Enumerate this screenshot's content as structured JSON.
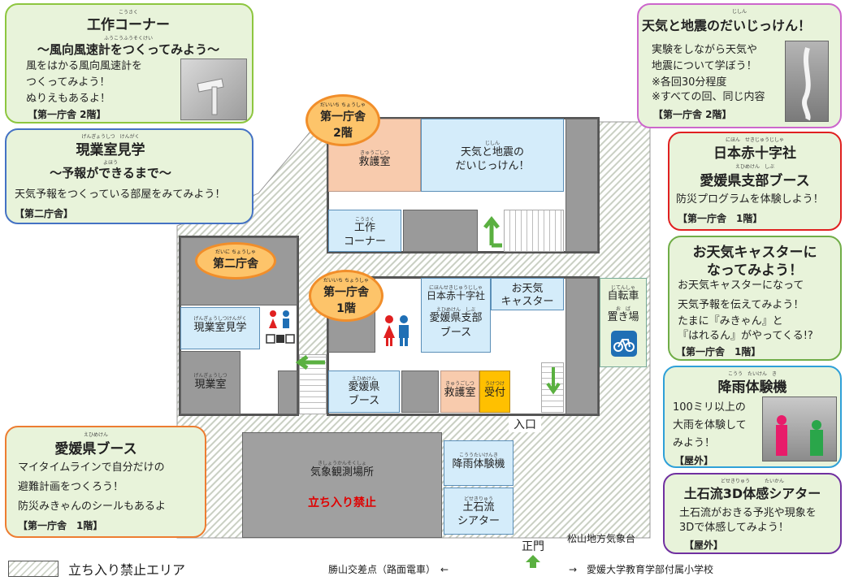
{
  "cards": {
    "kosaku": {
      "title": "工作コーナー",
      "title_ruby": "こうさく",
      "subtitle": "～風向風速計をつくってみよう～",
      "subtitle_ruby": "ふうこうふうそくけい",
      "lines": [
        "風をはかる風向風速計を",
        "つくってみよう！",
        "ぬりえもあるよ！"
      ],
      "location": "【第一庁舎 2階】"
    },
    "genba": {
      "title": "現業室見学",
      "title_ruby": "げんぎょうしつ　けんがく",
      "subtitle": "～予報ができるまで～",
      "subtitle_ruby": "よほう",
      "lines": [
        "天気予報をつくっている部屋をみてみよう！"
      ],
      "location": "【第二庁舎】"
    },
    "ehime": {
      "title": "愛媛県ブース",
      "title_ruby": "えひめけん",
      "lines": [
        "マイタイムラインで自分だけの",
        "避難計画をつくろう！",
        "防災みきゃんのシールもあるよ"
      ],
      "location": "【第一庁舎　1階】"
    },
    "tenki": {
      "title": "天気と地震のだいじっけん！",
      "title_ruby": "じしん",
      "lines": [
        "実験をしながら天気や",
        "地震について学ぼう！",
        "※各回30分程度",
        "※すべての回、同じ内容"
      ],
      "location": "【第一庁舎 2階】"
    },
    "redcross": {
      "title": "日本赤十字社",
      "title_ruby": "にほん　せきじゅうじしゃ",
      "subtitle": "愛媛県支部ブース",
      "subtitle_ruby": "えひめけん　しぶ",
      "lines": [
        "防災プログラムを体験しよう！"
      ],
      "location": "【第一庁舎　1階】"
    },
    "caster": {
      "title": "お天気キャスターに",
      "title2": "なってみよう！",
      "lines": [
        "お天気キャスターになって",
        "天気予報を伝えてみよう！",
        "たまに『みきゃん』と",
        "『はれるん』がやってくる!?"
      ],
      "location": "【第一庁舎　1階】"
    },
    "rain": {
      "title": "降雨体験機",
      "title_ruby": "こうう　たいけん　き",
      "lines": [
        "100ミリ以上の",
        "大雨を体験して",
        "みよう！"
      ],
      "location": "【屋外】"
    },
    "debris": {
      "title": "土石流3D体感シアター",
      "title_ruby": "どせきりゅう　　　たいかん",
      "lines": [
        "土石流がおきる予兆や現象を",
        "3Dで体感してみよう！"
      ],
      "location": "【屋外】"
    }
  },
  "map": {
    "badge1": {
      "ruby": "だいいち ちょうしゃ",
      "name": "第一庁舎",
      "floor": "2階"
    },
    "badge2": {
      "ruby": "だいに ちょうしゃ",
      "name": "第二庁舎"
    },
    "badge3": {
      "ruby": "だいいち ちょうしゃ",
      "name": "第一庁舎",
      "floor": "1階"
    },
    "rooms": {
      "kyugo2": {
        "ruby": "きゅうごしつ",
        "label": "救護室"
      },
      "tenki": {
        "ruby": "じしん",
        "label1": "天気と地震の",
        "label2": "だいじっけん！"
      },
      "kosaku": {
        "ruby": "こうさく",
        "label1": "工作",
        "label2": "コーナー"
      },
      "redcross": {
        "ruby": "にほんせきじゅうじしゃ",
        "label1": "日本赤十字社",
        "ruby2": "えひめけん　しぶ",
        "label2": "愛媛県支部",
        "label3": "ブース"
      },
      "caster": {
        "label1": "お天気",
        "label2": "キャスター"
      },
      "ehime": {
        "ruby": "えひめけん",
        "label1": "愛媛県",
        "label2": "ブース"
      },
      "kyugo1": {
        "ruby": "きゅうごしつ",
        "label": "救護室"
      },
      "uketsuke": {
        "ruby": "うけつけ",
        "label": "受付"
      },
      "genba_kengaku": {
        "ruby": "げんぎょうしつけんがく",
        "label": "現業室見学"
      },
      "genba": {
        "ruby": "げんぎょうしつ",
        "label": "現業室"
      },
      "kansoku": {
        "ruby": "きしょうかんそくしょ",
        "label": "気象観測場所",
        "warning": "立ち入り禁止"
      },
      "rain": {
        "ruby": "こううたいけんき",
        "label": "降雨体験機"
      },
      "debris": {
        "ruby": "どせきりゅう",
        "label1": "土石流",
        "label2": "シアター"
      },
      "bike": {
        "ruby": "じてんしゃ",
        "label1": "自転車",
        "ruby2": "お　ば",
        "label2": "置き場"
      }
    },
    "entrance": "入口",
    "main_gate": "正門",
    "office_name": "松山地方気象台"
  },
  "footer": {
    "legend": "立ち入り禁止エリア",
    "left_dir": "勝山交差点（路面電車）　←",
    "right_dir": "→　愛媛大学教育学部付属小学校"
  },
  "colors": {
    "card_kosaku": "#8dc63f",
    "card_genba": "#4472c4",
    "card_ehime": "#ed7d31",
    "card_tenki": "#cc66cc",
    "card_redcross": "#e02020",
    "card_caster": "#70ad47",
    "card_rain": "#2fa0d8",
    "card_debris": "#7030a0",
    "card_bg": "#e8f3da",
    "room_blue": "#d4ecfa",
    "room_salmon": "#f8cbad",
    "room_yellow": "#ffc000",
    "warning_red": "#e00000",
    "arrow_green": "#5ab040"
  }
}
